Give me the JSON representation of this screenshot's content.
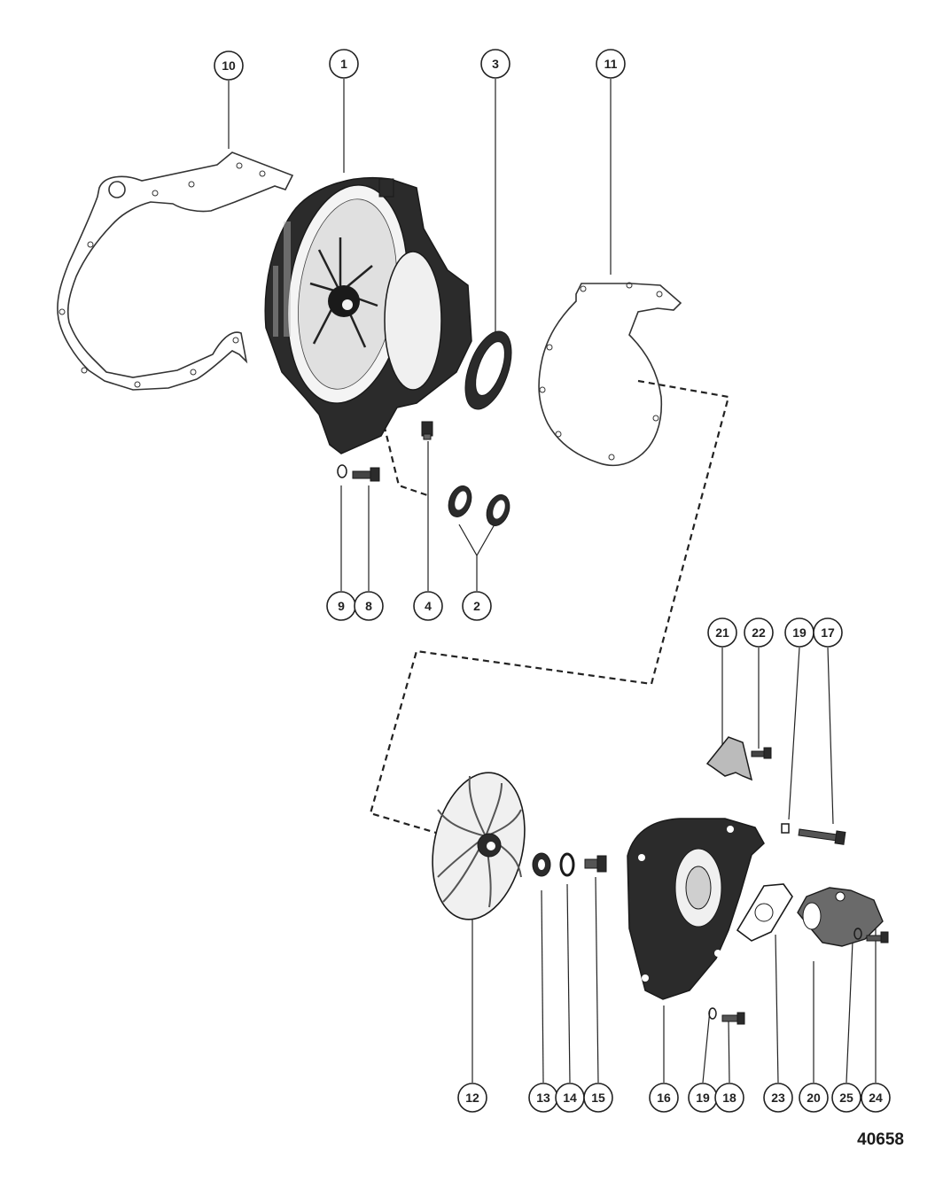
{
  "figure_number": "40658",
  "callouts": [
    {
      "id": "c10",
      "label": "10"
    },
    {
      "id": "c1",
      "label": "1"
    },
    {
      "id": "c3",
      "label": "3"
    },
    {
      "id": "c11",
      "label": "11"
    },
    {
      "id": "c9",
      "label": "9"
    },
    {
      "id": "c8",
      "label": "8"
    },
    {
      "id": "c4",
      "label": "4"
    },
    {
      "id": "c2",
      "label": "2"
    },
    {
      "id": "c21",
      "label": "21"
    },
    {
      "id": "c22",
      "label": "22"
    },
    {
      "id": "c19a",
      "label": "19"
    },
    {
      "id": "c17",
      "label": "17"
    },
    {
      "id": "c12",
      "label": "12"
    },
    {
      "id": "c13",
      "label": "13"
    },
    {
      "id": "c14",
      "label": "14"
    },
    {
      "id": "c15",
      "label": "15"
    },
    {
      "id": "c16",
      "label": "16"
    },
    {
      "id": "c19b",
      "label": "19"
    },
    {
      "id": "c18",
      "label": "18"
    },
    {
      "id": "c23",
      "label": "23"
    },
    {
      "id": "c20",
      "label": "20"
    },
    {
      "id": "c25",
      "label": "25"
    },
    {
      "id": "c24",
      "label": "24"
    }
  ],
  "colors": {
    "ink": "#1a1a1a",
    "paper": "#ffffff",
    "casting": "#2b2b2b"
  }
}
